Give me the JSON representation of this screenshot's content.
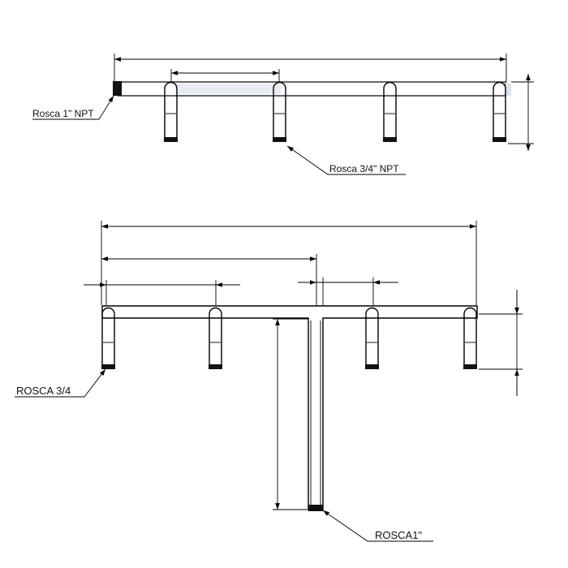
{
  "labels": {
    "top_inlet": "Rosca 1\" NPT",
    "top_outlet": "Rosca 3/4\" NPT",
    "bottom_outlet": "ROSCA 3/4",
    "bottom_inlet": "ROSCA1\""
  },
  "colors": {
    "line": "#000000",
    "pipe_shade": "#e8edf5",
    "thread_cap": "#111111"
  }
}
